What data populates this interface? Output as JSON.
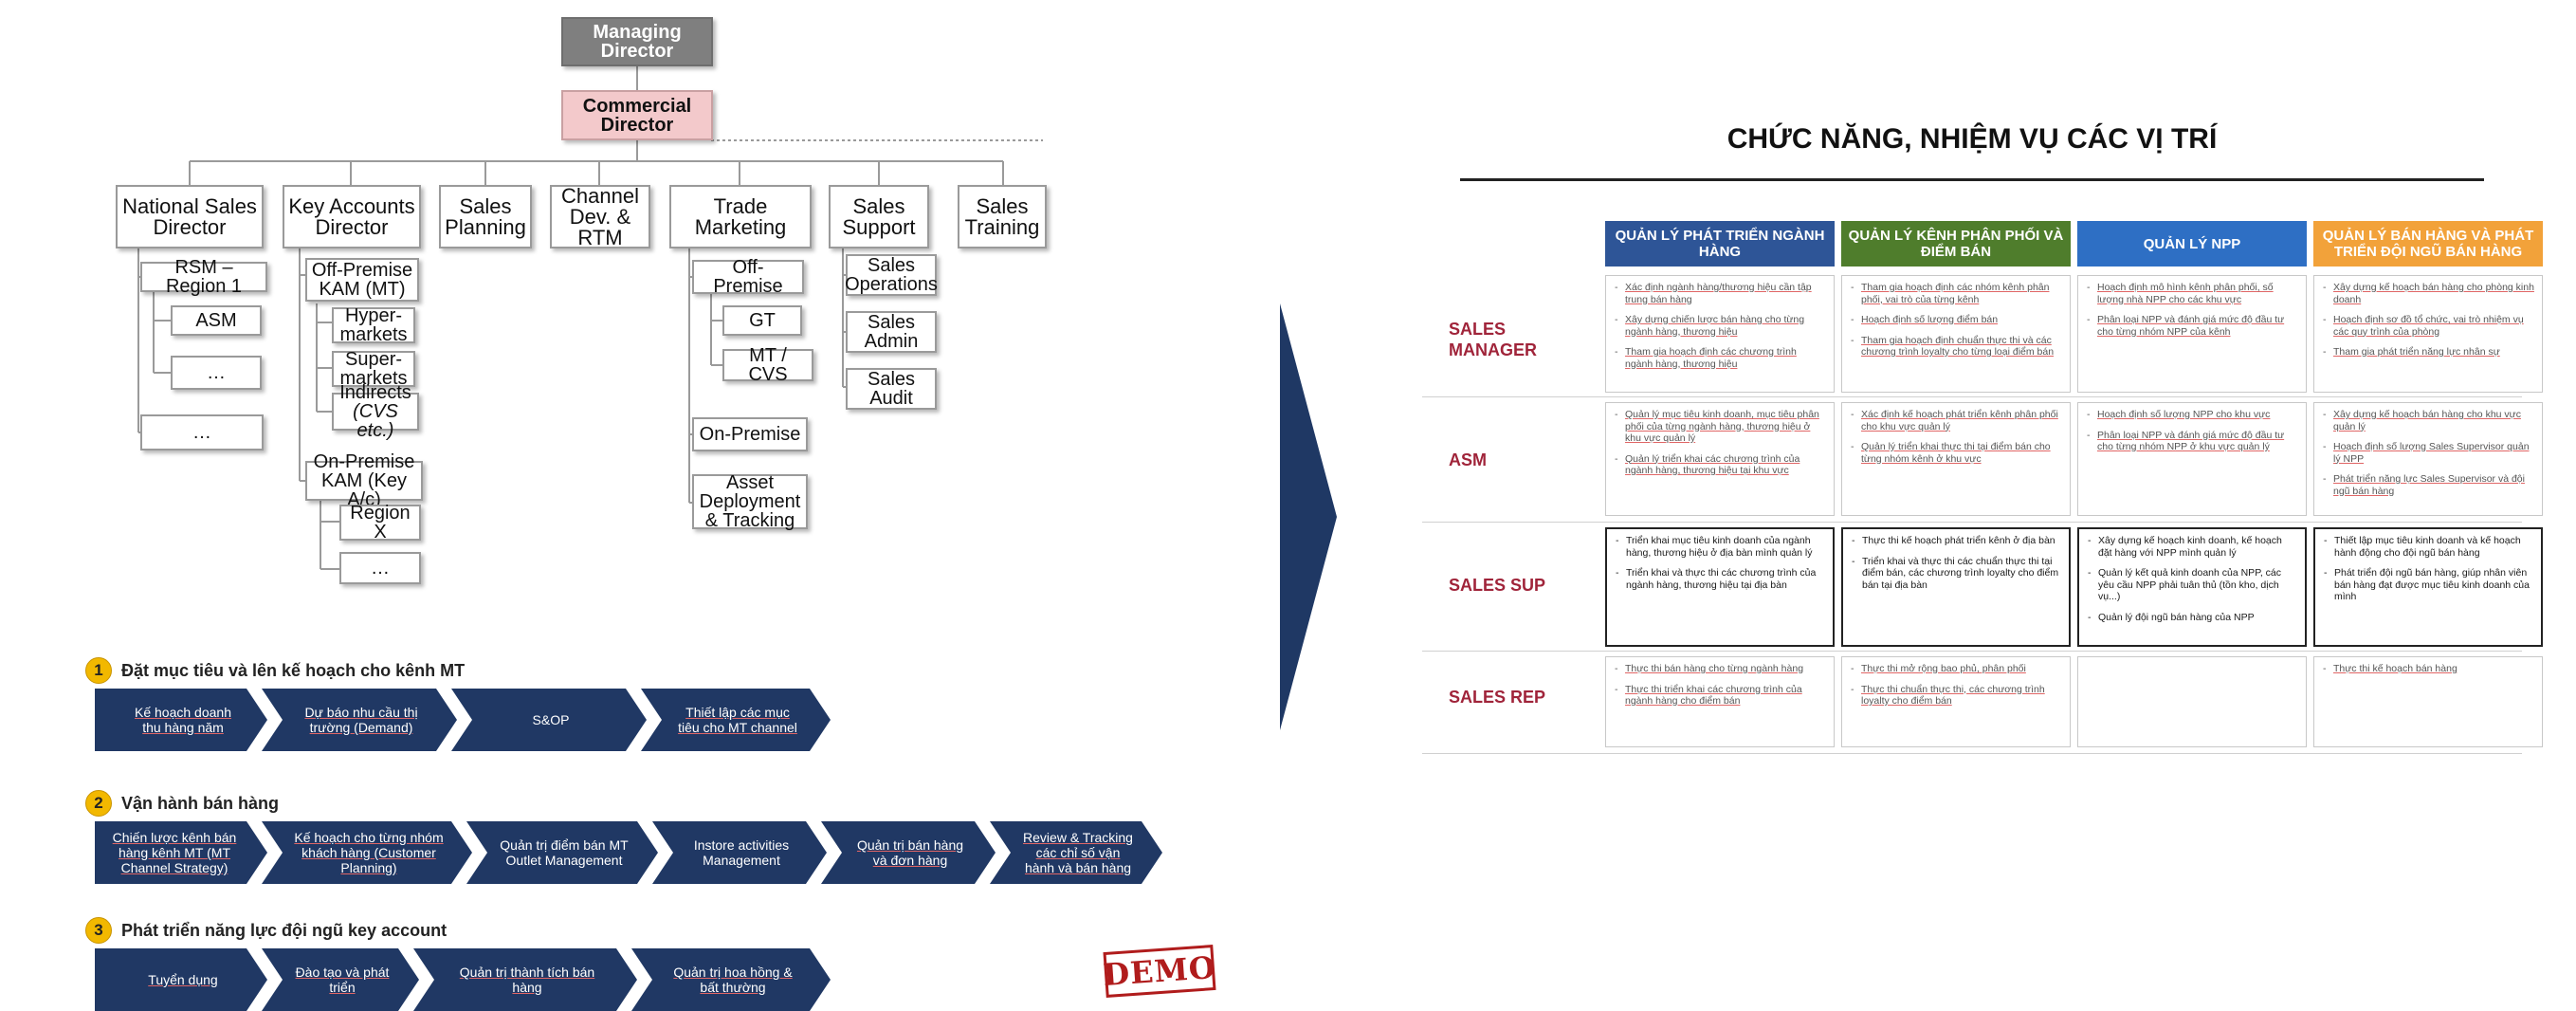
{
  "org_chart": {
    "managing_director": "Managing Director",
    "commercial_director": "Commercial Director",
    "national_sales_director": "National Sales Director",
    "key_accounts_director": "Key Accounts Director",
    "sales_planning": "Sales Planning",
    "channel_dev": "Channel Dev. & RTM",
    "trade_marketing": "Trade Marketing",
    "sales_support": "Sales Support",
    "sales_training": "Sales Training",
    "rsm_region1": "RSM – Region 1",
    "asm": "ASM",
    "ellipsis": "…",
    "off_premise_kam": "Off-Premise KAM (MT)",
    "hypermarkets": "Hyper-markets",
    "supermarkets": "Super-markets",
    "indirects": "Indirects",
    "indirects_note": "(CVS etc.)",
    "on_premise_kam": "On-Premise KAM (Key A/c)",
    "region_x": "Region X",
    "off_premise": "Off-Premise",
    "gt": "GT",
    "mt_cvs": "MT / CVS",
    "on_premise": "On-Premise",
    "asset_deployment": "Asset Deployment & Tracking",
    "sales_operations": "Sales Operations",
    "sales_admin": "Sales Admin",
    "sales_audit": "Sales Audit"
  },
  "process": [
    {
      "number": "1",
      "title": "Đặt mục tiêu và lên kế hoạch cho kênh MT",
      "steps": [
        "Kế hoạch doanh thu hàng năm",
        "Dự báo nhu cầu thị trường (Demand)",
        "S&OP",
        "Thiết lập các mục tiêu cho MT channel"
      ]
    },
    {
      "number": "2",
      "title": "Vận hành bán hàng",
      "steps": [
        "Chiến lược kênh bán hàng kênh MT (MT Channel Strategy)",
        "Kế hoạch cho từng nhóm khách hàng (Customer Planning)",
        "Quản trị điểm bán MT Outlet Management",
        "Instore activities Management",
        "Quản trị bán hàng và đơn hàng",
        "Review & Tracking các chỉ số vận hành và bán hàng"
      ]
    },
    {
      "number": "3",
      "title": "Phát triển năng lực đội ngũ key account",
      "steps": [
        "Tuyển dụng",
        "Đào tạo và phát triển",
        "Quản trị thành tích bán hàng",
        "Quản trị hoa hồng & bất thường"
      ]
    }
  ],
  "demo_stamp": "DEMO",
  "table": {
    "title": "CHỨC NĂNG, NHIỆM VỤ CÁC VỊ TRÍ",
    "columns": [
      {
        "label": "QUẢN LÝ PHÁT TRIỂN NGÀNH HÀNG",
        "color": "#2e5597"
      },
      {
        "label": "QUẢN LÝ KÊNH PHÂN PHỐI VÀ ĐIỂM BÁN",
        "color": "#4f7d2c"
      },
      {
        "label": "QUẢN LÝ NPP",
        "color": "#2e6fc4"
      },
      {
        "label": "QUẢN LÝ BÁN HÀNG VÀ PHÁT TRIỂN ĐỘI NGŨ BÁN HÀNG",
        "color": "#f2a23a"
      }
    ],
    "rows": [
      {
        "label": "SALES MANAGER",
        "cells": [
          [
            "Xác định ngành hàng/thương hiệu cần tập trung bán hàng",
            "Xây dựng chiến lược bán hàng cho từng ngành hàng, thương hiệu",
            "Tham gia hoạch định các chương trình ngành hàng, thương hiệu"
          ],
          [
            "Tham gia hoạch định các nhóm kênh phân phối, vai trò của từng kênh",
            "Hoạch định số lượng điểm bán",
            "Tham gia hoạch định chuẩn thực thi và các chương trình loyalty cho từng loại điểm bán"
          ],
          [
            "Hoạch định mô hình kênh phân phối, số lượng nhà NPP cho các khu vực",
            "Phân loại NPP và đánh giá mức độ đầu tư cho từng nhóm NPP của kênh"
          ],
          [
            "Xây dựng kế hoạch bán hàng cho phòng kinh doanh",
            "Hoạch định sơ đồ tổ chức, vai trò nhiệm vụ các quy trình của phòng",
            "Tham gia phát triển năng lực nhân sự"
          ]
        ]
      },
      {
        "label": "ASM",
        "cells": [
          [
            "Quản lý mục tiêu kinh doanh, mục tiêu phân phối của từng ngành hàng, thương hiệu ở khu vực quản lý",
            "Quản lý triển khai các chương trình của ngành hàng, thương hiệu tại khu vực"
          ],
          [
            "Xác định kế hoạch phát triển kênh phân phối cho khu vực quản lý",
            "Quản lý triển khai thực thi tại điểm bán cho từng nhóm kênh ở khu vực"
          ],
          [
            "Hoạch định số lượng NPP cho khu vực",
            "Phân loại NPP và đánh giá mức độ đầu tư cho từng nhóm NPP ở khu vực quản lý"
          ],
          [
            "Xây dựng kế hoạch bán hàng cho khu vực quản lý",
            "Hoạch định số lượng Sales Supervisor quản lý NPP",
            "Phát triển năng lực Sales Supervisor và đội ngũ bán hàng"
          ]
        ]
      },
      {
        "label": "SALES SUP",
        "cells": [
          [
            "Triển khai mục tiêu kinh doanh của ngành hàng, thương hiệu ở địa bàn mình quản lý",
            "Triển khai và thực thi các chương trình của ngành hàng, thương hiệu tại địa bàn"
          ],
          [
            "Thực thi kế hoạch phát triển kênh ở địa bàn",
            "Triển khai và thực thi các chuẩn thực thi tại điểm bán, các chương trình loyalty cho điểm bán tại địa bàn"
          ],
          [
            "Xây dựng kế hoạch kinh doanh, kế hoạch đặt hàng với NPP mình quản lý",
            "Quản lý kết quả kinh doanh của NPP, các yêu cầu NPP phải tuân thủ (tồn kho, dịch vụ...)",
            "Quản lý đội ngũ bán hàng của NPP"
          ],
          [
            "Thiết lập mục tiêu kinh doanh và kế hoạch hành động cho đội ngũ bán hàng",
            "Phát triển đội ngũ bán hàng, giúp nhân viên bán hàng đạt được mục tiêu kinh doanh của mình"
          ]
        ]
      },
      {
        "label": "SALES REP",
        "cells": [
          [
            "Thực thi bán hàng cho từng ngành hàng",
            "Thực thi triển khai các chương trình của ngành hàng cho điểm bán"
          ],
          [
            "Thực thi mở rộng bao phủ, phân phối",
            "Thực thi chuẩn thực thi, các chương trình loyalty cho điểm bán"
          ],
          [],
          [
            "Thực thi kế hoạch bán hàng"
          ]
        ]
      }
    ]
  }
}
